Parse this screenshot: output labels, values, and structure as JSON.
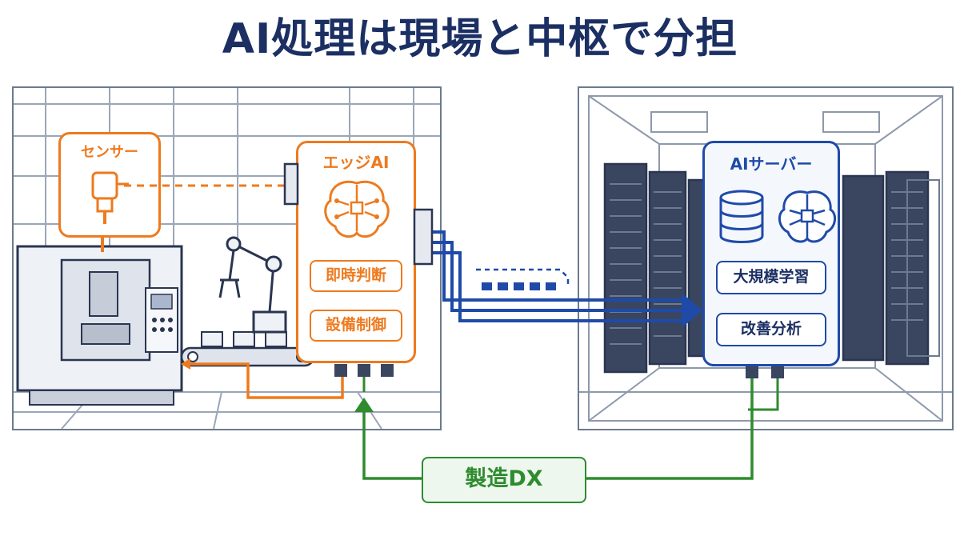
{
  "title": "AI処理は現場と中枢で分担",
  "sensor": {
    "label": "センサー"
  },
  "edge": {
    "label": "エッジAI",
    "items": [
      "即時判断",
      "設備制御"
    ]
  },
  "server": {
    "label": "AIサーバー",
    "items": [
      "大規模学習",
      "改善分析"
    ]
  },
  "loop": {
    "label": "製造DX"
  },
  "colors": {
    "navy": "#1b2f63",
    "orange": "#ee7a1e",
    "blue": "#1f4aa8",
    "green": "#2e8b2e"
  },
  "icons": [
    "brain-circuit-icon",
    "database-icon",
    "sensor-icon",
    "server-rack-icon",
    "robot-arm-icon"
  ]
}
